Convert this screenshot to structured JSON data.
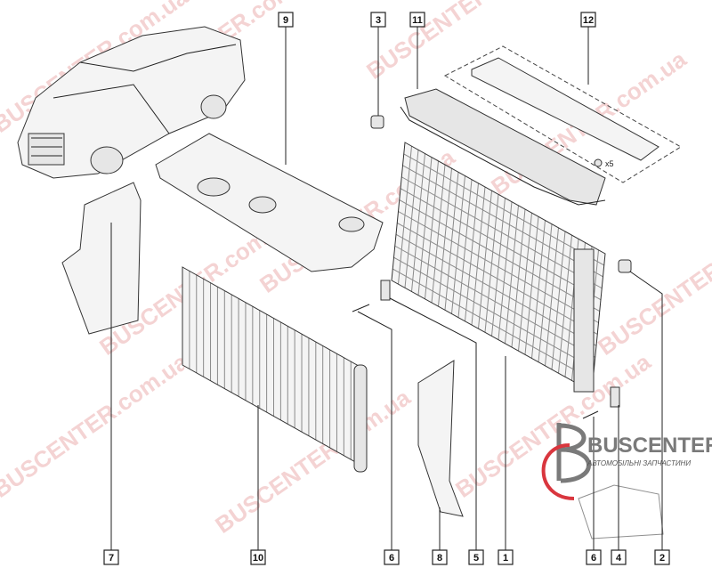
{
  "diagram": {
    "callouts_top": [
      "9",
      "3",
      "11",
      "12"
    ],
    "callouts_bottom": [
      "7",
      "10",
      "6",
      "8",
      "5",
      "1",
      "6",
      "4",
      "2"
    ],
    "quantity_label": "x5"
  },
  "watermark": {
    "text": "BUSCENTER.com.ua"
  },
  "logo": {
    "name": "BUSCENTER",
    "tagline": "АВТОМОБІЛЬНІ ЗАПЧАСТИНИ",
    "colors": {
      "gray": "#7a7a7a",
      "red": "#d9363e"
    }
  }
}
